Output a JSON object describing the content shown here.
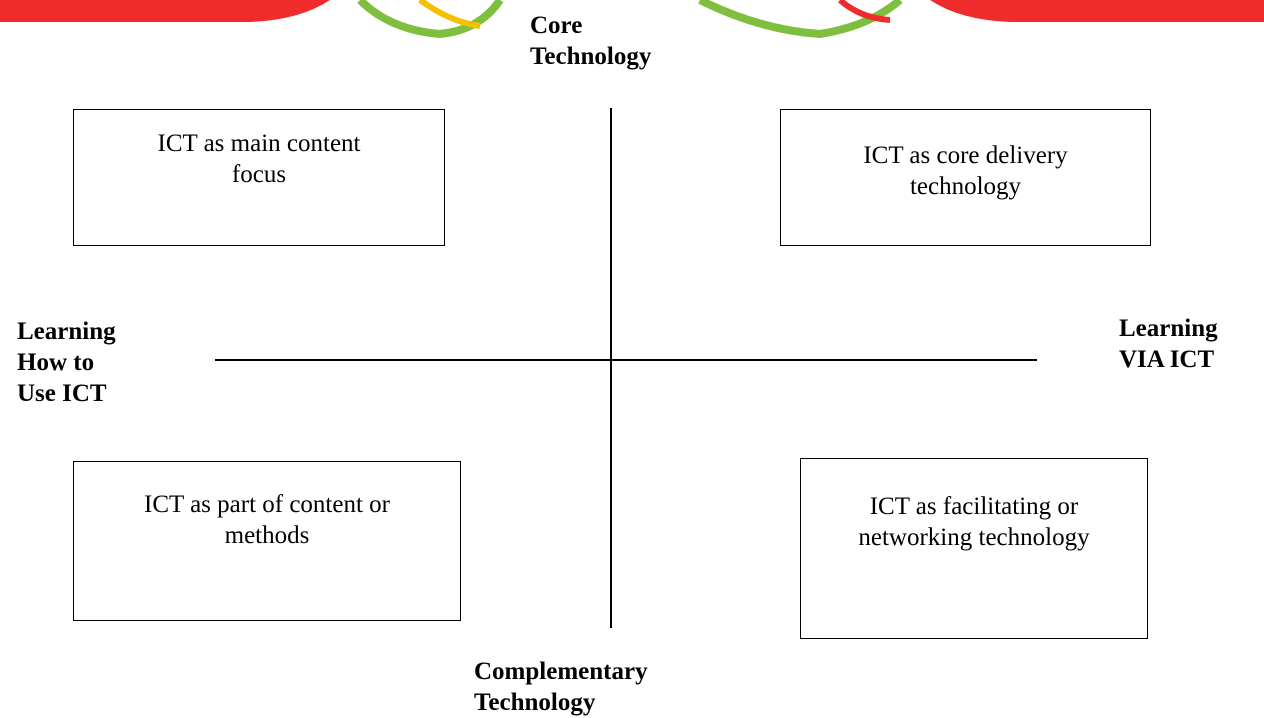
{
  "header_banner": {
    "band_color": "#ef2b2b",
    "ring_color": "#7fbf3f",
    "ring_color_2": "#f2c200"
  },
  "axes": {
    "top": [
      "Core",
      "Technology"
    ],
    "bottom": [
      "Complementary",
      "Technology"
    ],
    "left": [
      "Learning",
      "How to",
      "Use ICT"
    ],
    "right": [
      "Learning",
      "VIA ICT"
    ]
  },
  "quadrants": {
    "top_left": [
      "ICT as main content",
      "focus"
    ],
    "top_right": [
      "ICT as core delivery",
      "technology"
    ],
    "bottom_left": [
      "ICT as part of content or",
      "methods"
    ],
    "bottom_right": [
      "ICT as facilitating or",
      "networking technology"
    ]
  }
}
